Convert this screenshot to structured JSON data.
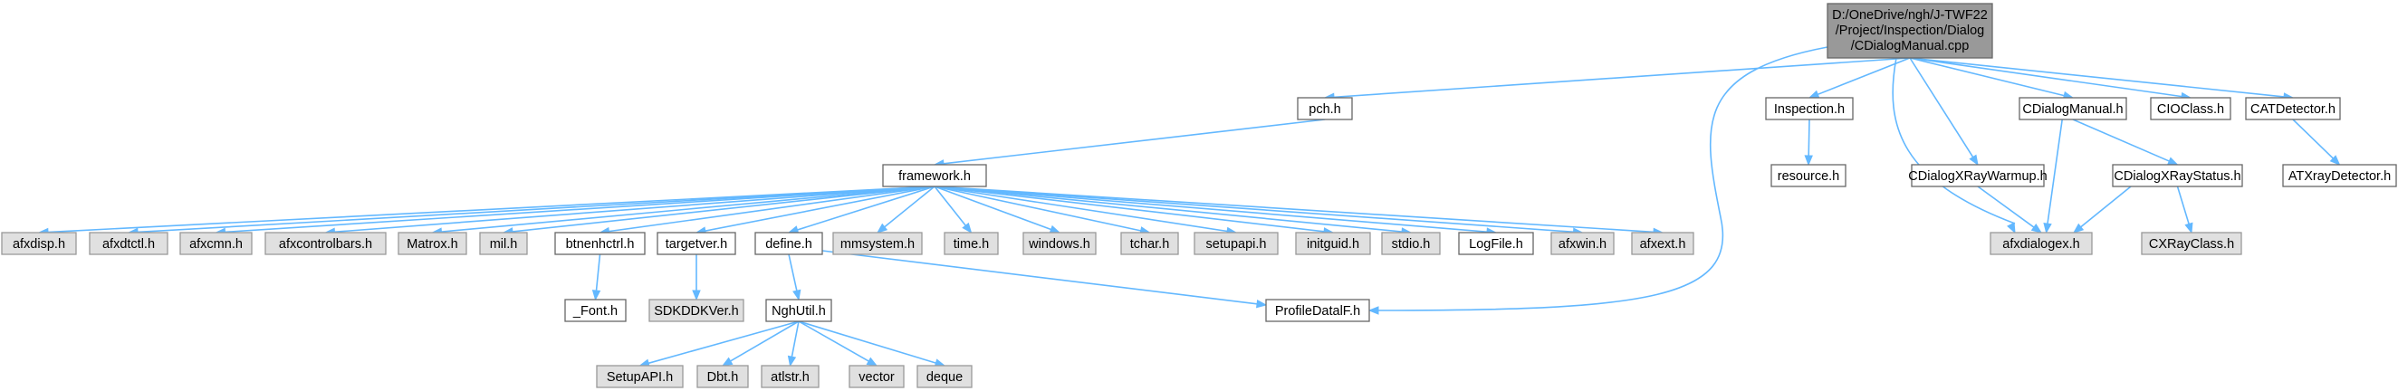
{
  "root": {
    "lines": [
      "D:/OneDrive/ngh/J-TWF22",
      "/Project/Inspection/Dialog",
      "/CDialogManual.cpp"
    ]
  },
  "nodes": {
    "pch": "pch.h",
    "framework": "framework.h",
    "afxdisp": "afxdisp.h",
    "afxdtctl": "afxdtctl.h",
    "afxcmn": "afxcmn.h",
    "afxcontrolbars": "afxcontrolbars.h",
    "matrox": "Matrox.h",
    "mil": "mil.h",
    "btnenhctrl": "btnenhctrl.h",
    "font": "_Font.h",
    "targetver": "targetver.h",
    "sdkddkver": "SDKDDKVer.h",
    "define": "define.h",
    "nghutil": "NghUtil.h",
    "setupapi_cap": "SetupAPI.h",
    "dbt": "Dbt.h",
    "atlstr": "atlstr.h",
    "vector": "vector",
    "deque": "deque",
    "mmsystem": "mmsystem.h",
    "time": "time.h",
    "windows": "windows.h",
    "tchar": "tchar.h",
    "setupapi": "setupapi.h",
    "initguid": "initguid.h",
    "stdio": "stdio.h",
    "logfile": "LogFile.h",
    "afxwin": "afxwin.h",
    "afxext": "afxext.h",
    "profiledatalf": "ProfileDatalF.h",
    "inspection": "Inspection.h",
    "resource": "resource.h",
    "cdialogxraywarmup": "CDialogXRayWarmup.h",
    "cdialogmanual": "CDialogManual.h",
    "cdialogxraystatus": "CDialogXRayStatus.h",
    "afxdialogex": "afxdialogex.h",
    "cxrayclass": "CXRayClass.h",
    "cioclass": "CIOClass.h",
    "catdetector": "CATDetector.h",
    "atxraydetector": "ATXrayDetector.h"
  },
  "colors": {
    "edge": "#63b8ff",
    "root_fill": "#999999",
    "external_fill": "#e0e0e0",
    "local_fill": "#ffffff"
  }
}
